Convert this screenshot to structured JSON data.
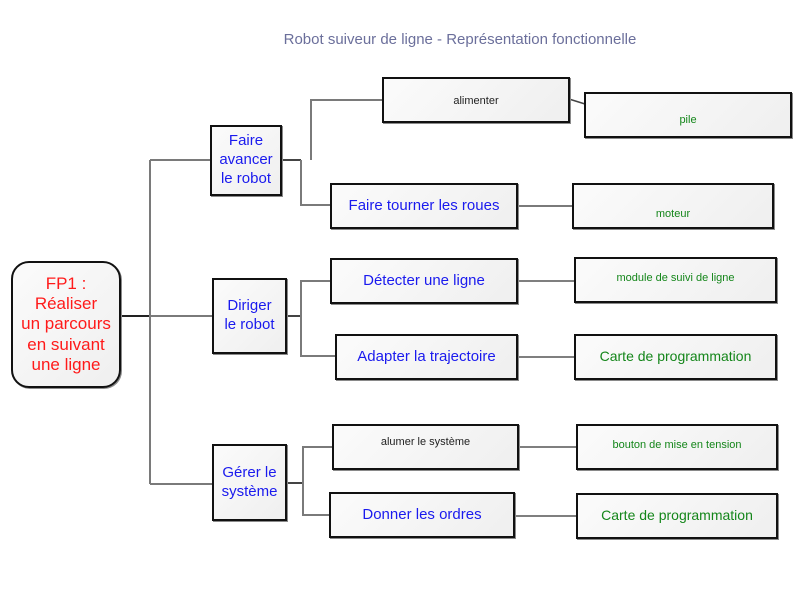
{
  "title": "Robot suiveur de ligne - Représentation fonctionnelle",
  "root": {
    "label": "FP1 :\nRéaliser\nun parcours\nen suivant\nune ligne",
    "color": "#ff1a1a"
  },
  "functions": [
    {
      "label": "Faire\navancer\nle robot",
      "subfunctions": [
        {
          "label": "alimenter",
          "solution": "pile"
        },
        {
          "label": "Faire tourner les roues",
          "solution": "moteur"
        }
      ]
    },
    {
      "label": "Diriger\nle robot",
      "subfunctions": [
        {
          "label": "Détecter une ligne",
          "solution": "module de suivi de ligne"
        },
        {
          "label": "Adapter la trajectoire",
          "solution": "Carte de programmation"
        }
      ]
    },
    {
      "label": "Gérer le\nsystème",
      "subfunctions": [
        {
          "label": "alumer le système",
          "solution": "bouton de mise en tension"
        },
        {
          "label": "Donner les ordres",
          "solution": "Carte de programmation"
        }
      ]
    }
  ],
  "colors": {
    "root_text": "#ff1a1a",
    "function_text": "#1a1aee",
    "solution_text": "#14861a",
    "title_text": "#6b6f9b",
    "connector": "#7a7a7a"
  }
}
